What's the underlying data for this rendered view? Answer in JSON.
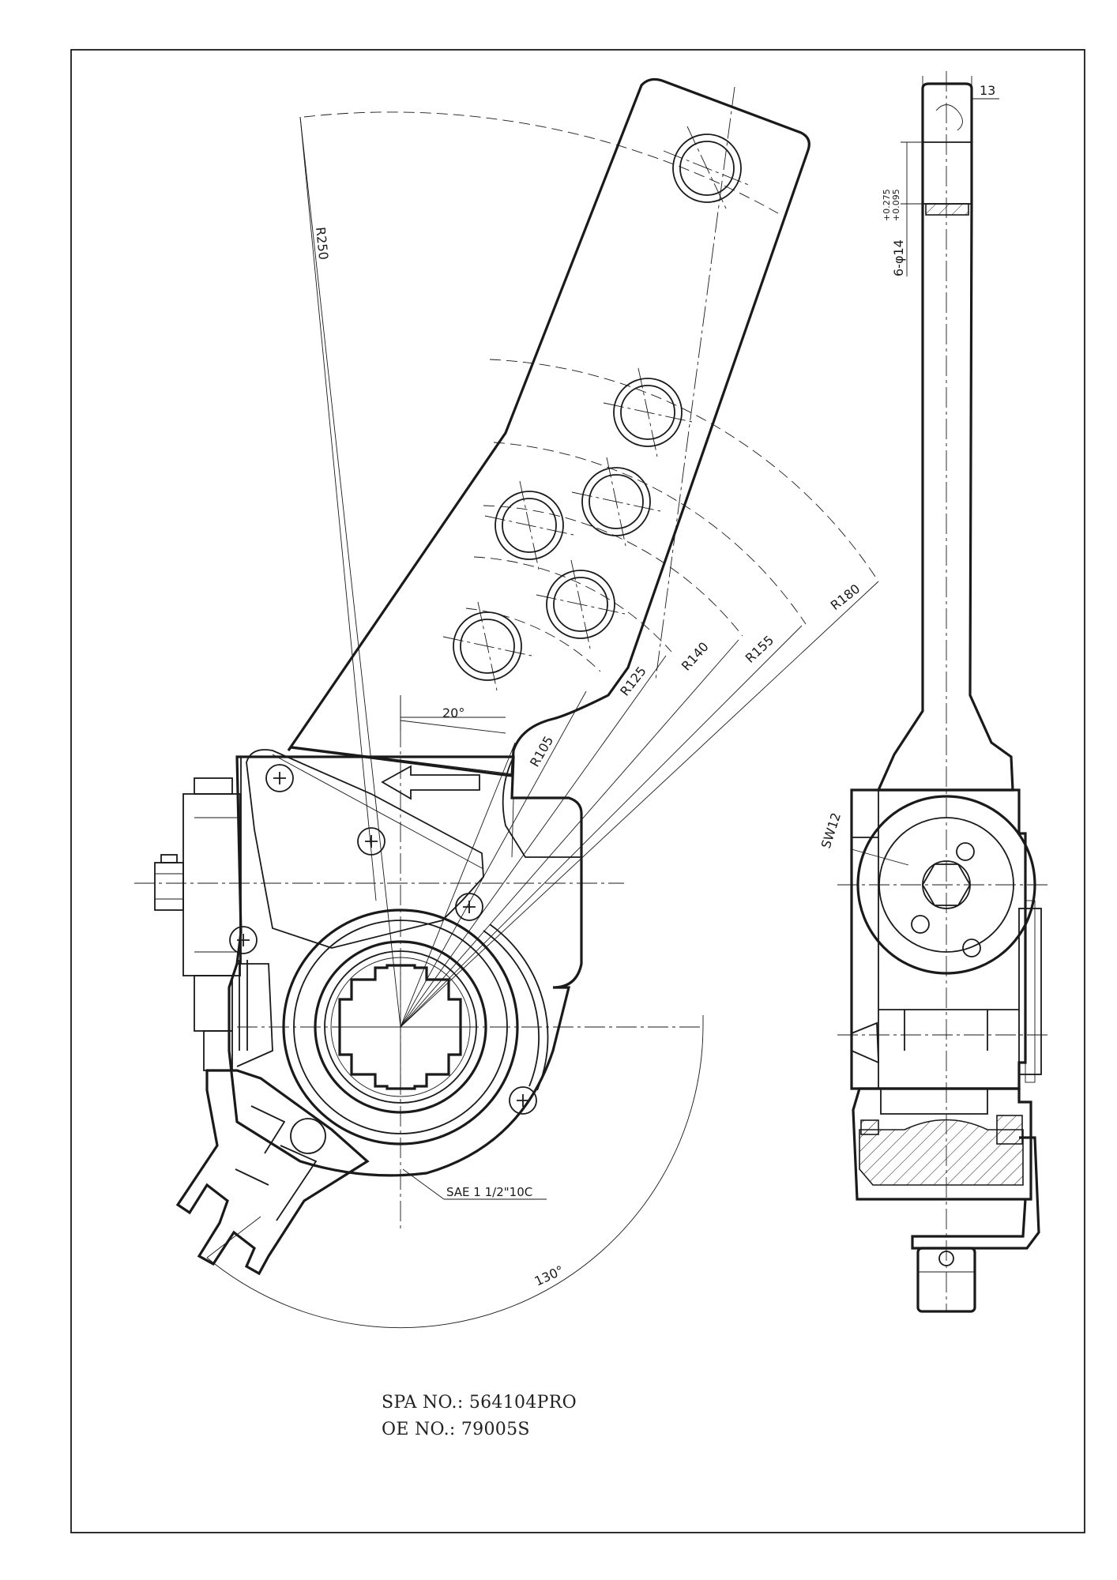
{
  "drawing": {
    "spa_line": "SPA NO.: 564104PRO",
    "oe_line": "OE NO.: 79005S",
    "dimensions": {
      "r250": "R250",
      "r180": "R180",
      "r155": "R155",
      "r140": "R140",
      "r125": "R125",
      "r105": "R105",
      "angle_20": "20°",
      "angle_130": "130°",
      "spline": "SAE 1 1/2\"10C",
      "width_13": "13",
      "holes": "6-φ14",
      "tol_upper": "+0.275",
      "tol_lower": "+0.095",
      "wrench": "SW12"
    }
  }
}
